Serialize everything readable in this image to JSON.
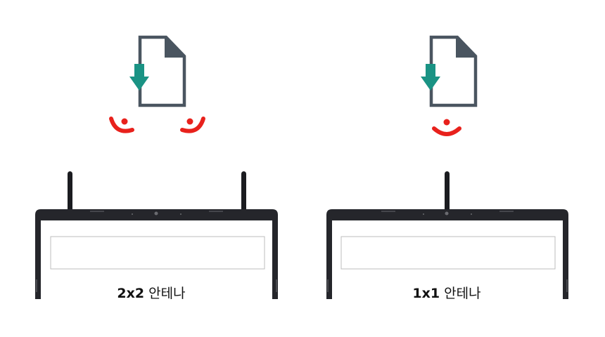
{
  "colors": {
    "file_outline": "#4a5560",
    "download_arrow": "#1a9384",
    "signal": "#e8211c",
    "antenna": "#1b1c20",
    "bezel": "#25262b",
    "screen": "#ffffff",
    "text_box_border": "#bdbdbd"
  },
  "icons": [
    "file-download-icon",
    "wifi-signal-icon",
    "antenna-icon",
    "laptop-icon"
  ],
  "panels": [
    {
      "config": "2x2",
      "label": "안테나",
      "antenna_count": 2
    },
    {
      "config": "1x1",
      "label": "안테나",
      "antenna_count": 1
    }
  ]
}
